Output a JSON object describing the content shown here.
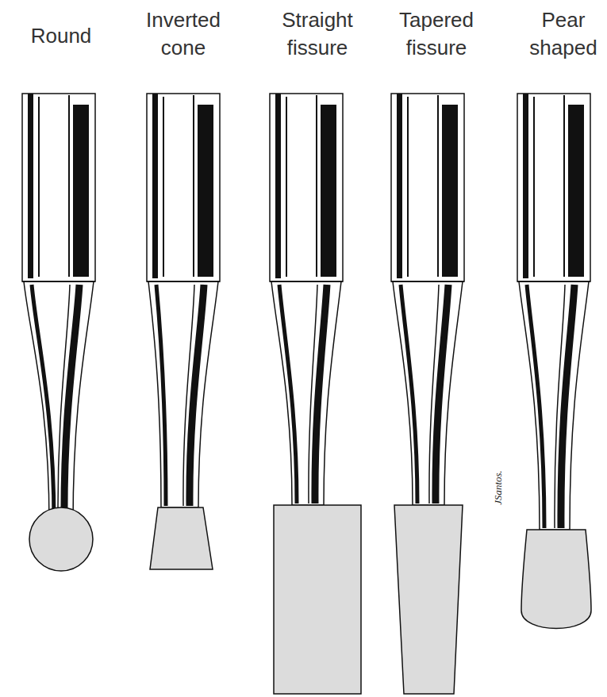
{
  "diagram": {
    "labels": [
      "Round",
      "Inverted cone",
      "Straight fissure",
      "Tapered fissure",
      "Pear shaped",
      "JSantos."
    ]
  }
}
